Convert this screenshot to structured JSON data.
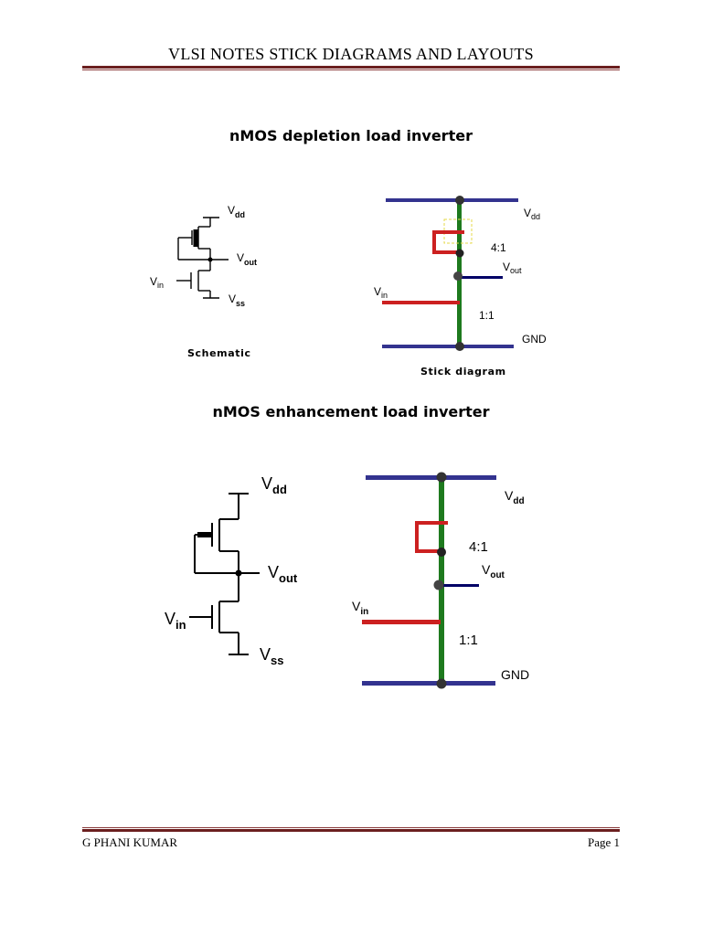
{
  "header": {
    "title": "VLSI NOTES STICK DIAGRAMS AND LAYOUTS"
  },
  "section1": {
    "title": "nMOS depletion load inverter",
    "schematic": {
      "vdd": "V",
      "vdd_sub": "dd",
      "vout": "V",
      "vout_sub": "out",
      "vin": "V",
      "vin_sub": "in",
      "vss": "V",
      "vss_sub": "ss",
      "caption": "Schematic"
    },
    "stick": {
      "vdd": "V",
      "vdd_sub": "dd",
      "ratio_top": "4:1",
      "vout": "V",
      "vout_sub": "out",
      "vin": "V",
      "vin_sub": "in",
      "ratio_bottom": "1:1",
      "gnd": "GND",
      "caption": "Stick diagram"
    }
  },
  "section2": {
    "title": "nMOS enhancement load inverter",
    "schematic": {
      "vdd": "V",
      "vdd_sub": "dd",
      "vout": "V",
      "vout_sub": "out",
      "vin": "V",
      "vin_sub": "in",
      "vss": "V",
      "vss_sub": "ss"
    },
    "stick": {
      "vdd": "V",
      "vdd_sub": "dd",
      "ratio_top": "4:1",
      "vout": "V",
      "vout_sub": "out",
      "vin": "V",
      "vin_sub": "in",
      "ratio_bottom": "1:1",
      "gnd": "GND"
    }
  },
  "footer": {
    "left": "G PHANI KUMAR",
    "right": "Page 1"
  },
  "colors": {
    "metal": "#33338f",
    "diffusion": "#1e7a1e",
    "poly": "#cc2020",
    "out_metal": "#000066",
    "implant": "#e6d84a",
    "rule": "#6b1f1f"
  }
}
